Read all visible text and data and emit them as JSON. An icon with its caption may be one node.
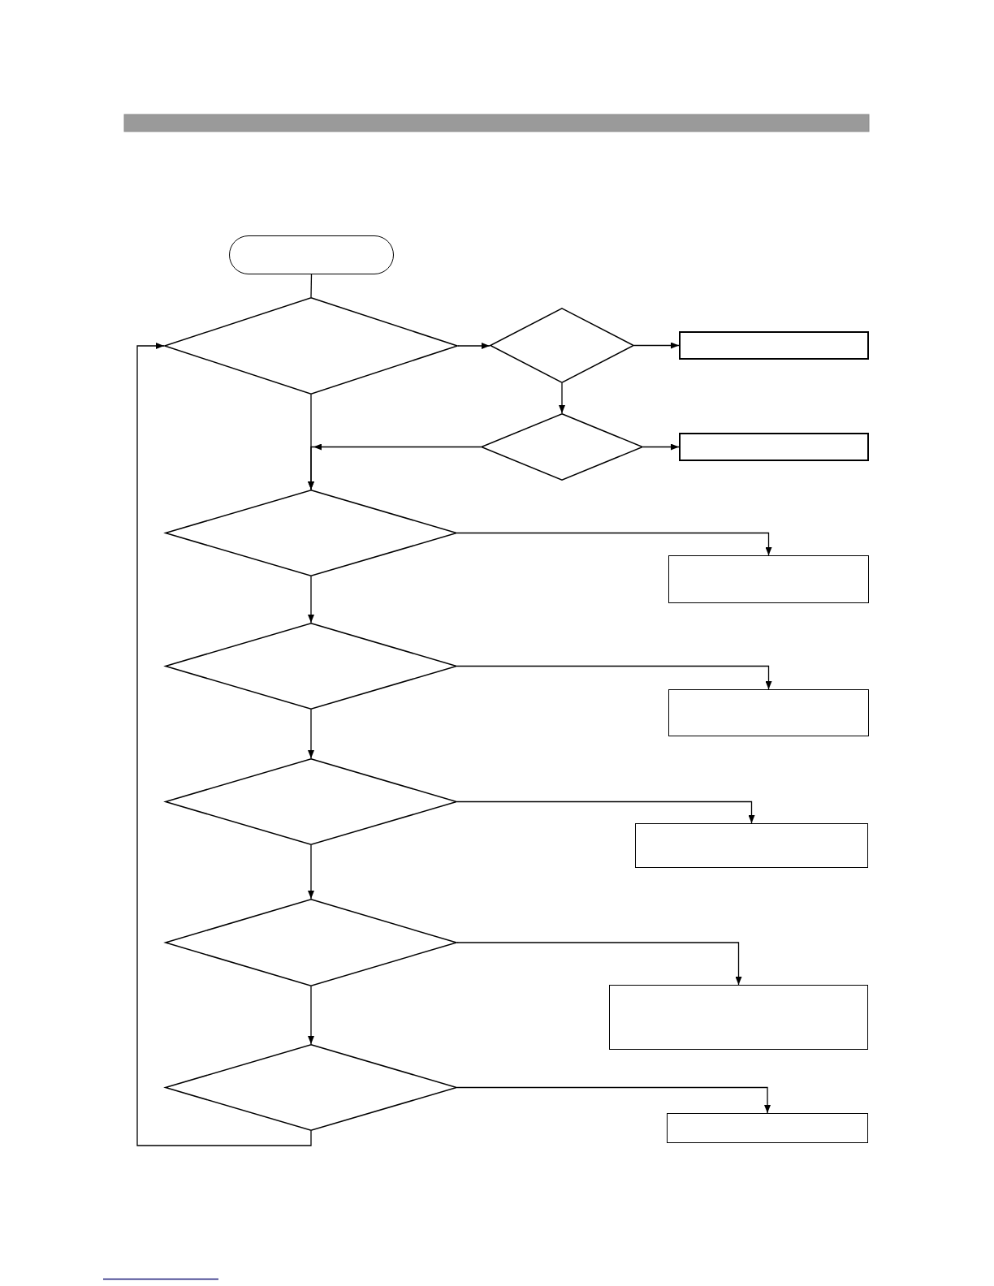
{
  "diagram": {
    "nodes": [
      {
        "text": [],
        "shape": "oval"
      },
      {
        "text": [],
        "shape": "diamond"
      },
      {
        "text": [],
        "shape": "diamond"
      },
      {
        "text": [],
        "shape": "box"
      },
      {
        "text": [],
        "shape": "diamond"
      },
      {
        "text": [],
        "shape": "box"
      },
      {
        "text": [],
        "shape": "diamond"
      },
      {
        "text": [],
        "shape": "box"
      },
      {
        "text": [],
        "shape": "diamond"
      },
      {
        "text": [],
        "shape": "box"
      },
      {
        "text": [],
        "shape": "diamond"
      },
      {
        "text": [],
        "shape": "box"
      },
      {
        "text": [],
        "shape": "diamond"
      },
      {
        "text": [],
        "shape": "box"
      },
      {
        "text": [],
        "shape": "diamond"
      },
      {
        "text": [],
        "shape": "box"
      }
    ],
    "edges": [
      {
        "from": 0,
        "to": 1,
        "arrow": "none"
      },
      {
        "from": 1,
        "to": 2,
        "arrow": "to"
      },
      {
        "from": 2,
        "to": 3,
        "arrow": "to"
      },
      {
        "from": 2,
        "to": 4,
        "arrow": "to"
      },
      {
        "from": 4,
        "to": 5,
        "arrow": "to"
      },
      {
        "from": 1,
        "to": 6,
        "arrow": "to"
      },
      {
        "from": 4,
        "to": 6,
        "arrow": "to"
      },
      {
        "from": 6,
        "to": 7,
        "arrow": "to"
      },
      {
        "from": 6,
        "to": 8,
        "arrow": "to"
      },
      {
        "from": 8,
        "to": 9,
        "arrow": "to"
      },
      {
        "from": 8,
        "to": 10,
        "arrow": "to"
      },
      {
        "from": 10,
        "to": 11,
        "arrow": "to"
      },
      {
        "from": 10,
        "to": 12,
        "arrow": "to"
      },
      {
        "from": 12,
        "to": 13,
        "arrow": "to"
      },
      {
        "from": 12,
        "to": 14,
        "arrow": "to"
      },
      {
        "from": 14,
        "to": 15,
        "arrow": "to"
      },
      {
        "from": 14,
        "to": 1,
        "arrow": "to"
      }
    ]
  }
}
